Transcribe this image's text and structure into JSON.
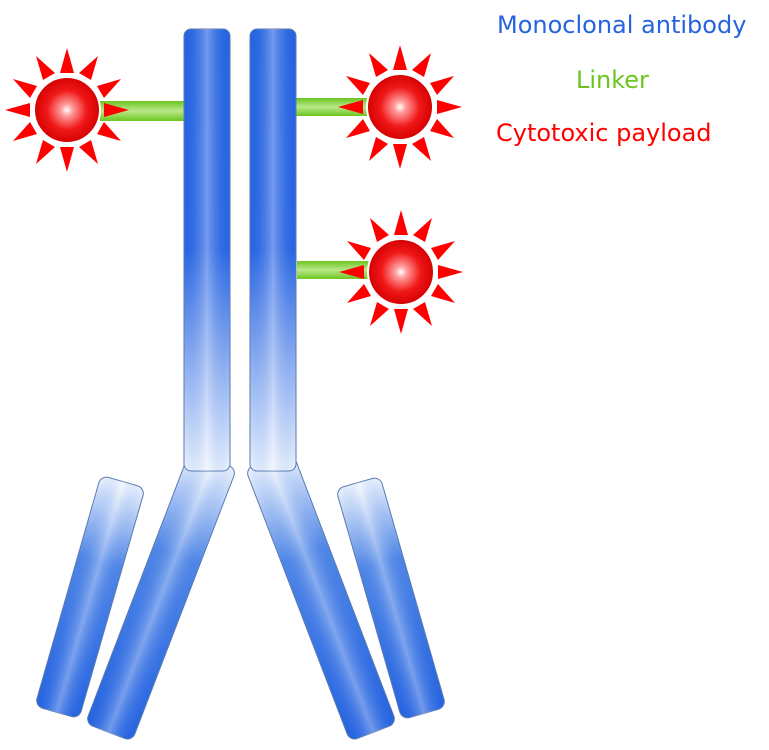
{
  "legend": {
    "antibody": "Monoclonal antibody",
    "linker": "Linker",
    "payload": "Cytotoxic payload"
  },
  "colors": {
    "antibody": "#2563e0",
    "antibody_light": "#e8f1fc",
    "antibody_outline": "#5a7ab0",
    "linker": "#6cc51f",
    "payload": "#ff0000",
    "background": "#ffffff"
  },
  "structure": {
    "heavy_chains": 2,
    "light_chains": 2,
    "payloads": 3,
    "linkers": 3
  }
}
